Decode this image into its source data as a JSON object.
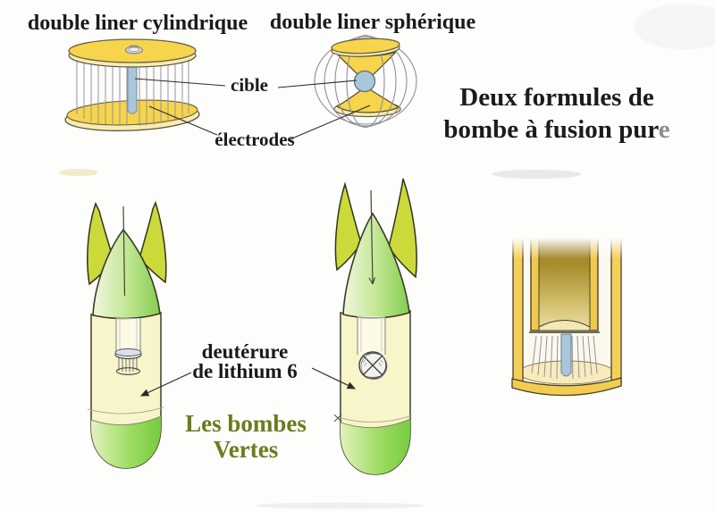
{
  "headings": {
    "left": "double liner cylindrique",
    "right": "double liner sphérique"
  },
  "title": {
    "line1": "Deux formules de",
    "line2": "bombe à fusion pur",
    "line2_fade": "e"
  },
  "callouts": {
    "target": "cible",
    "electrodes": "électrodes",
    "fuel_line1": "deutérure",
    "fuel_line2": "de lithium 6"
  },
  "caption": {
    "line1": "Les bombes",
    "line2": "Vertes"
  },
  "colors": {
    "disc_yellow": "#F6D44C",
    "disc_rim": "#F8ECB0",
    "target_blue": "#A9C6DB",
    "fin_green": "#CBD93B",
    "nose_green": "#84CD52",
    "body_cream": "#F9F5CA",
    "bomb_base_green": "#76CB3F",
    "caption_olive": "#6F7A1F",
    "barrel_gold": "#F4D05A",
    "piston_dark_gold": "#8F7A1E",
    "title_fade_gray": "#8E8E8E",
    "outline_dark": "#3B3B24"
  }
}
